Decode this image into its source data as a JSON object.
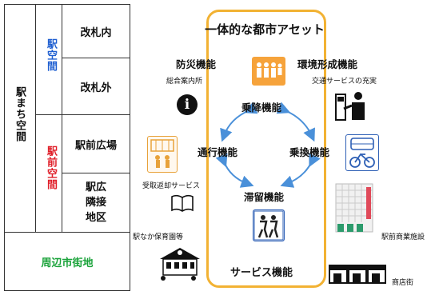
{
  "left_table": {
    "eki_machi": "駅まち空間",
    "eki_kukan": "駅空間",
    "ekimae_kukan": "駅前空間",
    "kaisatsu_nai": "改札内",
    "kaisatsu_gai": "改札外",
    "ekimae_hiroba": "駅前広場",
    "ekihiro_ringsetsu": [
      "駅広",
      "隣接",
      "地区"
    ],
    "shuhen": "周辺市街地"
  },
  "center": {
    "title": "一体的な都市アセット",
    "functions": {
      "josha": "乗降機能",
      "tsuko": "通行機能",
      "norikae": "乗換機能",
      "tairyu": "滞留機能",
      "service": "サービス機能"
    }
  },
  "side_labels": {
    "bousai": "防災機能",
    "kankyo": "環境形成機能",
    "sogo": "総合案内所",
    "kotsu": "交通サービスの充実",
    "jushin": "受取返却サービス",
    "hoiku": "駅なか保育園等",
    "shogyo": "駅前商業施設",
    "shotengai": "商店街"
  },
  "colors": {
    "frame": "#f2b233",
    "blue_text": "#1f5fd1",
    "red_text": "#e0202a",
    "green_text": "#1aa33a",
    "arrow": "#4a90d9",
    "info_icon": "#111111"
  },
  "icons": [
    "people-group-icon",
    "info-icon",
    "ticket-gate-icon",
    "bicycle-bus-icon",
    "crowd-icon",
    "book-icon",
    "station-icon",
    "building-icon",
    "shops-icon",
    "pickup-icon"
  ]
}
